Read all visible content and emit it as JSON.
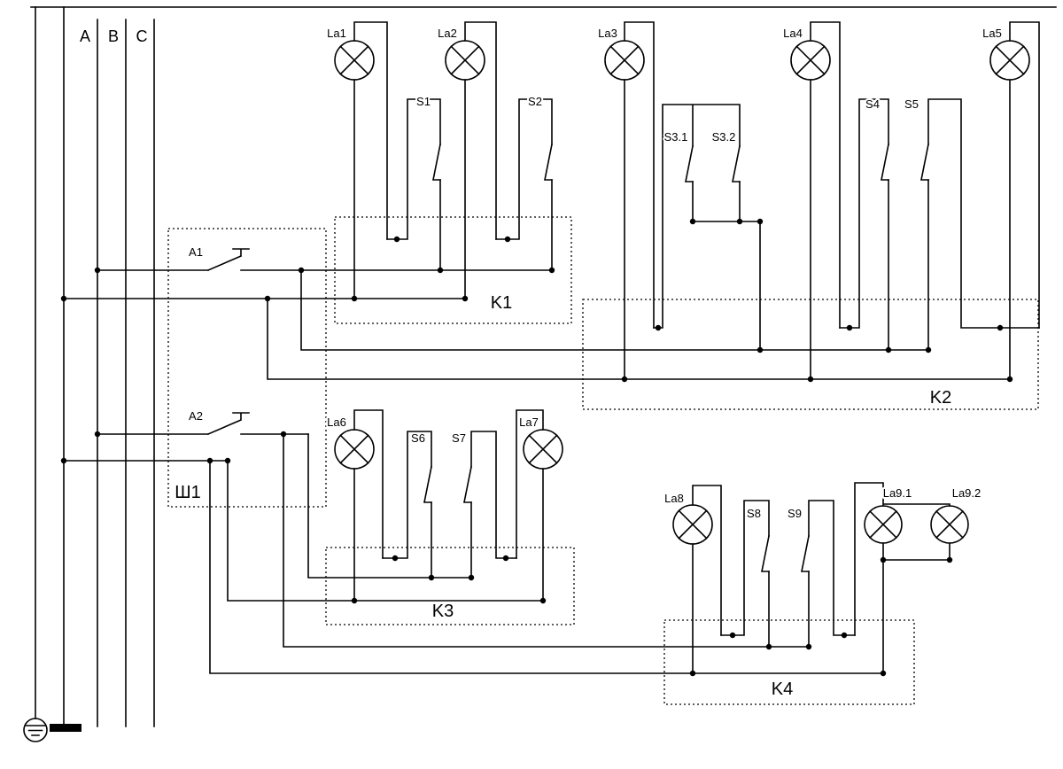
{
  "diagram": {
    "phases": [
      "A",
      "B",
      "C"
    ],
    "panel": "Ш1",
    "breakers": [
      "A1",
      "A2"
    ],
    "boxes": [
      "K1",
      "K2",
      "K3",
      "K4"
    ],
    "lamps": [
      "La1",
      "La2",
      "La3",
      "La4",
      "La5",
      "La6",
      "La7",
      "La8",
      "La9.1",
      "La9.2"
    ],
    "switches": [
      "S1",
      "S2",
      "S3.1",
      "S3.2",
      "S4",
      "S5",
      "S6",
      "S7",
      "S8",
      "S9"
    ]
  },
  "colors": {
    "line": "#000000",
    "background": "#ffffff"
  }
}
